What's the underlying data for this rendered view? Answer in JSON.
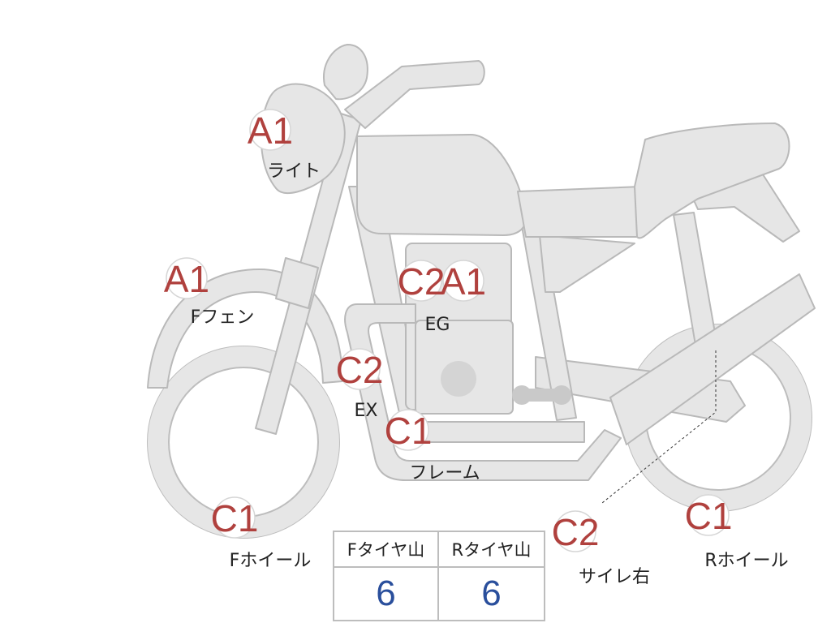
{
  "badges": {
    "light": "A1",
    "front_fender": "A1",
    "engine_left": "C2",
    "engine_right": "A1",
    "exhaust": "C2",
    "frame": "C1",
    "front_wheel": "C1",
    "silencer_right": "C2",
    "rear_wheel": "C1"
  },
  "labels": {
    "light": "ライト",
    "front_fender": "Fフェン",
    "engine": "EG",
    "exhaust": "EX",
    "frame": "フレーム",
    "front_wheel": "Fホイール",
    "silencer_right": "サイレ右",
    "rear_wheel": "Rホイール"
  },
  "tire_table": {
    "front_header": "Fタイヤ山",
    "rear_header": "Rタイヤ山",
    "front_value": "6",
    "rear_value": "6"
  },
  "colors": {
    "badge_text": "#b0413e",
    "table_value": "#2a4f9c",
    "bike_fill": "#e6e6e6",
    "bike_outline": "#b9b9b9"
  }
}
